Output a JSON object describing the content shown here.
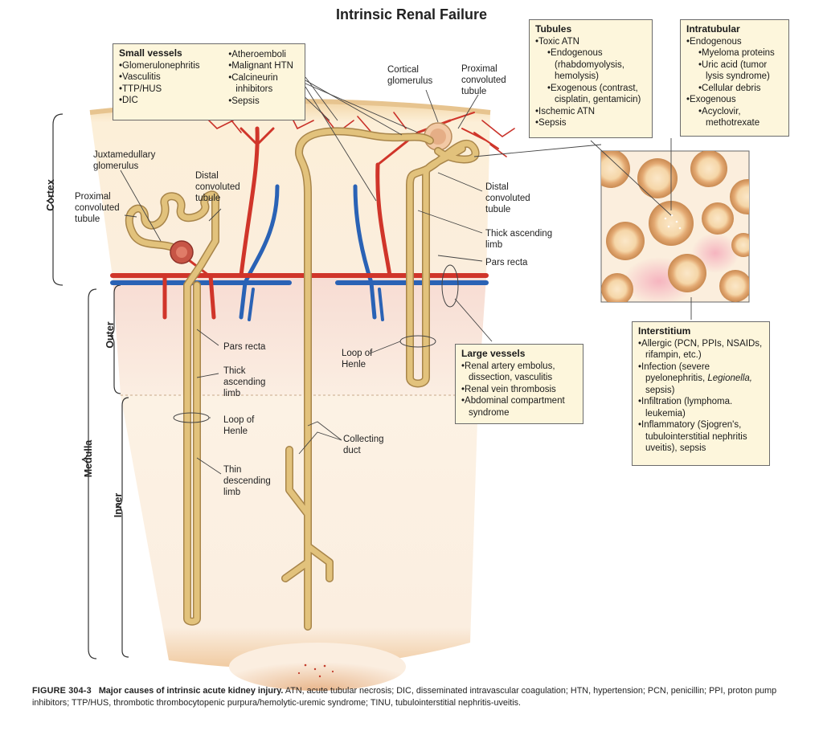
{
  "title": "Intrinsic Renal Failure",
  "zones": {
    "cortex": "Cortex",
    "medulla": "Medulla",
    "outer": "Outer",
    "inner": "Inner"
  },
  "small_vessels": {
    "heading": "Small vessels",
    "col1": [
      "Glomerulonephritis",
      "Vasculitis",
      "TTP/HUS",
      "DIC"
    ],
    "col2": [
      "Atheroemboli",
      "Malignant HTN",
      "Calcineurin inhibitors",
      "Sepsis"
    ]
  },
  "tubules": {
    "heading": "Tubules",
    "l1": "Toxic ATN",
    "l2": "Endogenous (rhabdomyolysis, hemolysis)",
    "l3": "Exogenous (contrast, cisplatin, gentamicin)",
    "l4": "Ischemic ATN",
    "l5": "Sepsis"
  },
  "intratubular": {
    "heading": "Intratubular",
    "l1": "Endogenous",
    "l2": "Myeloma proteins",
    "l3": "Uric acid (tumor lysis syndrome)",
    "l4": "Cellular debris",
    "l5": "Exogenous",
    "l6": "Acyclovir, methotrexate"
  },
  "interstitium": {
    "heading": "Interstitium",
    "l1": "Allergic (PCN, PPIs, NSAIDs, rifampin, etc.)",
    "l2a": "Infection (severe pyelonephritis,",
    "l2b": "Legionella,",
    "l2c": "sepsis)",
    "l3": "Infiltration (lymphoma. leukemia)",
    "l4": "Inflammatory (Sjogren's, tubulointerstitial nephritis uveitis), sepsis"
  },
  "large_vessels": {
    "heading": "Large vessels",
    "l1": "Renal artery embolus, dissection, vasculitis",
    "l2": "Renal vein thrombosis",
    "l3": "Abdominal compartment syndrome"
  },
  "labels": {
    "cortical_glomerulus": "Cortical\nglomerulus",
    "proximal_top": "Proximal\nconvoluted\ntubule",
    "juxtamedullary": "Juxtamedullary\nglomerulus",
    "proximal_left": "Proximal\nconvoluted\ntubule",
    "distal_left": "Distal\nconvoluted\ntubule",
    "distal_right": "Distal\nconvoluted\ntubule",
    "thick_right": "Thick ascending\nlimb",
    "pars_recta_right": "Pars recta",
    "pars_recta_left": "Pars recta",
    "thick_left": "Thick\nascending\nlimb",
    "loop_left": "Loop of\nHenle",
    "thin_desc": "Thin\ndescending\nlimb",
    "loop_center": "Loop of\nHenle",
    "collecting": "Collecting\nduct"
  },
  "caption": {
    "fig": "FIGURE 304-3",
    "title": "Major causes of intrinsic acute kidney injury.",
    "text": "ATN, acute tubular necrosis; DIC, disseminated intravascular coagulation; HTN, hypertension; PCN, penicillin; PPI, proton pump inhibitors; TTP/HUS, thrombotic thrombocytopenic purpura/hemolytic-uremic syndrome; TINU, tubulointerstitial nephritis-uveitis."
  },
  "colors": {
    "artery": "#d0352a",
    "vein": "#2a62b5",
    "tubule": "#e2c27c",
    "tubule_edge": "#a8854a",
    "cortex_bg": "#fbecd2",
    "outer_bg": "#f8e1d8",
    "inner_bg": "#fbeede"
  }
}
